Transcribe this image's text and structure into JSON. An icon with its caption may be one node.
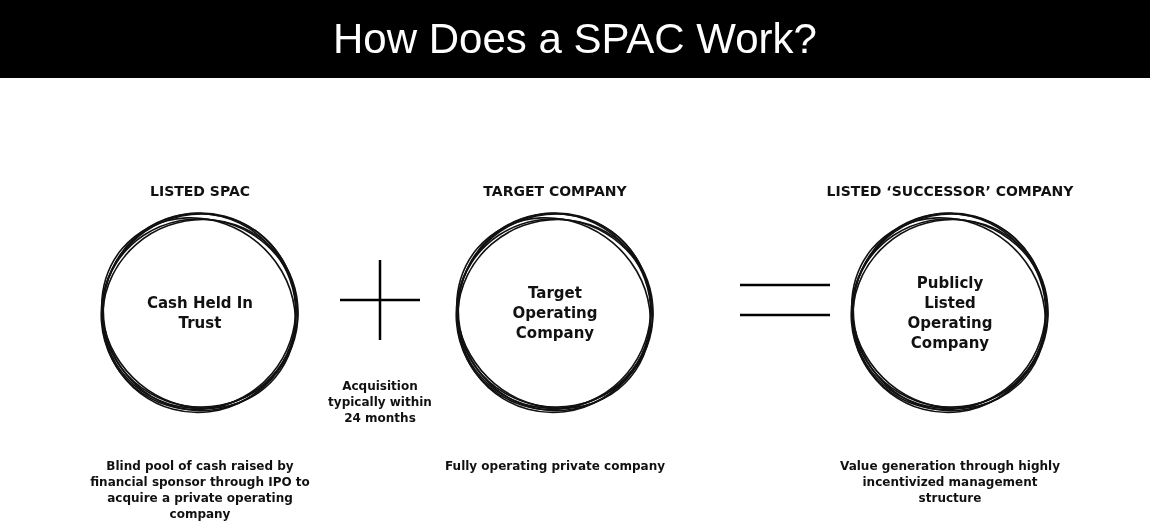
{
  "diagram": {
    "title": "How Does a SPAC Work?",
    "nodes": [
      {
        "text": [
          "LISTED SPAC",
          "Cash Held In Trust"
        ],
        "beside": [
          "Blind pool of cash raised by financial sponsor through IPO to acquire a private operating company"
        ]
      },
      {
        "text": [
          "TARGET COMPANY",
          "Target Operating Company"
        ],
        "beside": [
          "Fully operating private company"
        ]
      },
      {
        "text": [
          "LISTED ‘SUCCESSOR’ COMPANY",
          "Publicly Listed Operating Company"
        ],
        "beside": [
          "Value generation through highly incentivized management structure"
        ]
      }
    ],
    "edges": [],
    "labels": [
      "Acquisition typically within 24 months"
    ]
  }
}
